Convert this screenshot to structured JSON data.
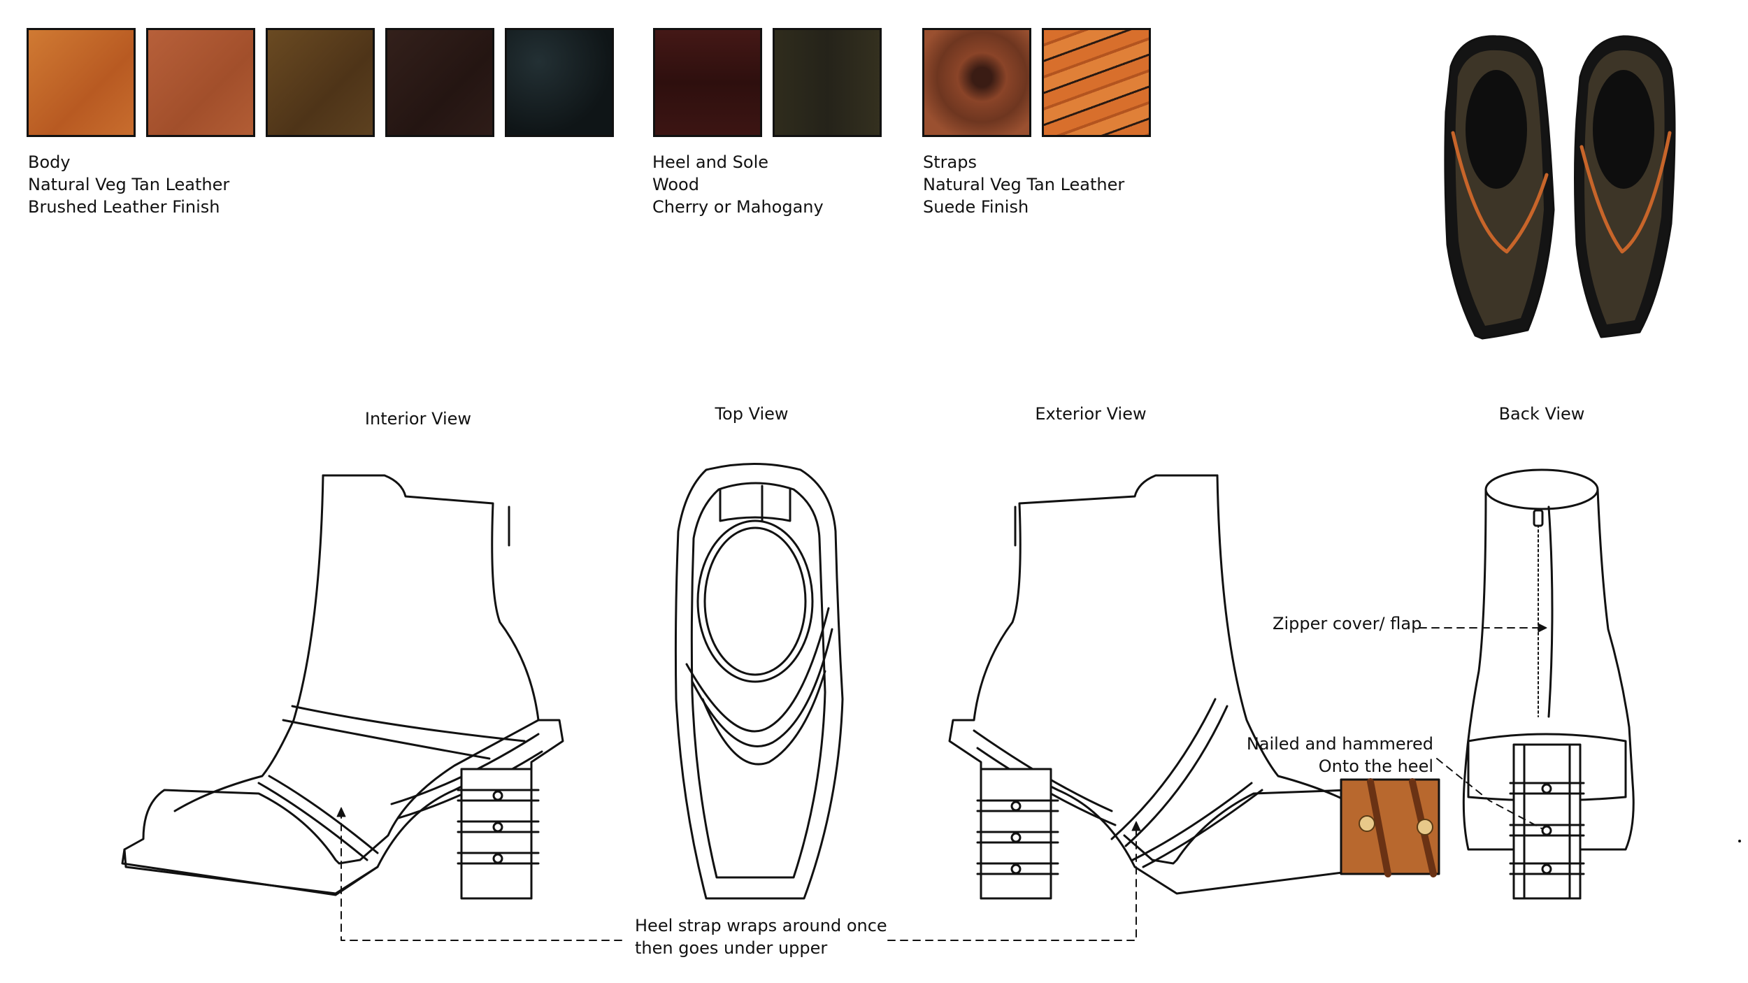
{
  "materials": [
    {
      "lines": [
        "Body",
        "Natural Veg Tan Leather",
        "Brushed Leather Finish"
      ],
      "swatches": [
        {
          "name": "body-swatch-tan",
          "color": "#c4692a"
        },
        {
          "name": "body-swatch-cognac",
          "color": "#a9552f"
        },
        {
          "name": "body-swatch-olive-brown",
          "color": "#5a3e1c"
        },
        {
          "name": "body-swatch-dark-brown",
          "color": "#2b1a16"
        },
        {
          "name": "body-swatch-black-textured",
          "color": "#141a1c"
        }
      ]
    },
    {
      "lines": [
        "Heel and Sole",
        "Wood",
        "Cherry or Mahogany"
      ],
      "swatches": [
        {
          "name": "heel-swatch-mahogany",
          "color": "#3a1412"
        },
        {
          "name": "heel-swatch-dark-wood",
          "color": "#2d2a1b"
        }
      ]
    },
    {
      "lines": [
        "Straps",
        "Natural Veg Tan Leather",
        "Suede Finish"
      ],
      "swatches": [
        {
          "name": "strap-swatch-coiled",
          "color": "#7a3a22"
        },
        {
          "name": "strap-swatch-laces",
          "color": "#c8622a"
        }
      ]
    }
  ],
  "views": {
    "interior": "Interior View",
    "top": "Top View",
    "exterior": "Exterior View",
    "back": "Back View"
  },
  "annotations": {
    "zipper": "Zipper cover/ flap",
    "nailed_line1": "Nailed and hammered",
    "nailed_line2": "Onto the heel",
    "heel_strap_line1": "Heel strap wraps around once",
    "heel_strap_line2": "then goes under upper"
  },
  "colors": {
    "line": "#111111",
    "strap_orange": "#c8652a",
    "top_render_outer": "#141414",
    "top_render_inner": "#3d3527"
  }
}
